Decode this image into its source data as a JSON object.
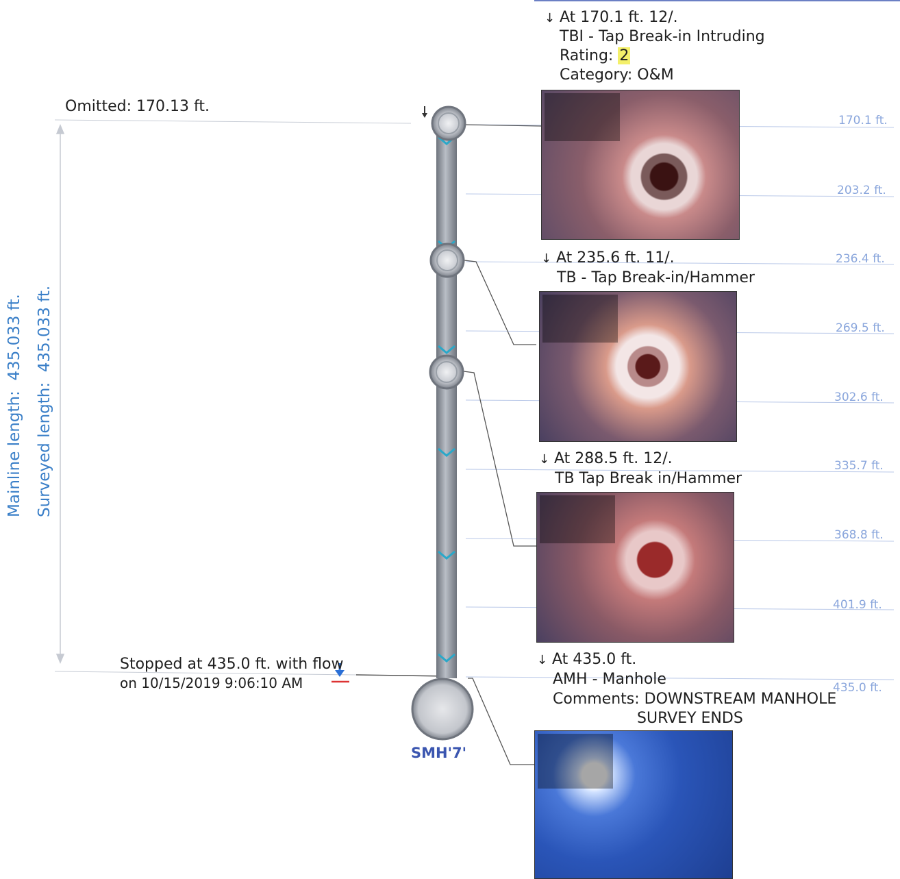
{
  "omitted": {
    "label": "Omitted:",
    "value": "170.13",
    "unit": "ft."
  },
  "mainline": {
    "label": "Mainline  length:",
    "value": "435.033 ft."
  },
  "surveyed": {
    "label": "Surveyed length:",
    "value": "435.033 ft."
  },
  "stopped": {
    "line1": "Stopped at 435.0 ft. with flow",
    "line2": "on 10/15/2019 9:06:10 AM"
  },
  "manhole_label": "SMH'7'",
  "distance_marks": [
    "170.1 ft.",
    "203.2 ft.",
    "236.4 ft.",
    "269.5 ft.",
    "302.6 ft.",
    "335.7 ft.",
    "368.8 ft.",
    "401.9 ft.",
    "435.0 ft."
  ],
  "observations": [
    {
      "at": "At 170.1 ft. 12/.",
      "code": "TBI - Tap Break-in Intruding",
      "rating_label": "Rating:",
      "rating": "2",
      "category": "Category: O&M"
    },
    {
      "at": "At 235.6 ft. 11/.",
      "code": "TB - Tap Break-in/Hammer"
    },
    {
      "at": "At 288.5 ft. 12/.",
      "code": "TB   Tap Break in/Hammer"
    },
    {
      "at": "At 435.0 ft.",
      "code": "AMH - Manhole",
      "comments_label": "Comments:",
      "comments_1": "DOWNSTREAM MANHOLE",
      "comments_2": "SURVEY ENDS"
    }
  ],
  "colors": {
    "pipe": "#8a8f99",
    "label_blue": "#3a7fc8",
    "tick_blue": "#8aa6dc",
    "flow_arrow": "#2aa8c9",
    "highlight": "#f4f06a"
  }
}
